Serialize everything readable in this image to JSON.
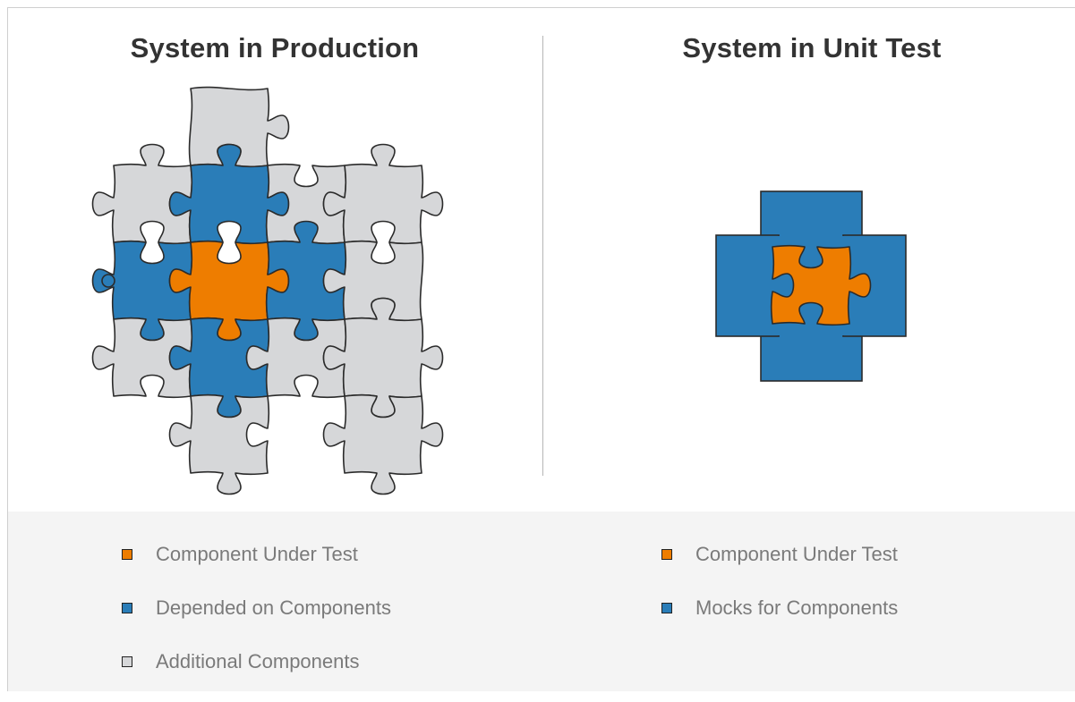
{
  "left_panel": {
    "title": "System in Production",
    "legend": [
      {
        "label": "Component Under Test",
        "color": "#ee7d00"
      },
      {
        "label": "Depended on Components",
        "color": "#2a7db8"
      },
      {
        "label": "Additional Components",
        "color": "#d6d7d9"
      }
    ]
  },
  "right_panel": {
    "title": "System in Unit Test",
    "legend": [
      {
        "label": "Component Under Test",
        "color": "#ee7d00"
      },
      {
        "label": "Mocks for Components",
        "color": "#2a7db8"
      }
    ]
  },
  "colors": {
    "component_under_test": "#ee7d00",
    "depended_on": "#2a7db8",
    "additional": "#d6d7d9",
    "outline": "#2b2b2b",
    "legend_background": "#f4f4f4"
  },
  "icons": {
    "piece": "jigsaw-puzzle-piece-icon"
  }
}
